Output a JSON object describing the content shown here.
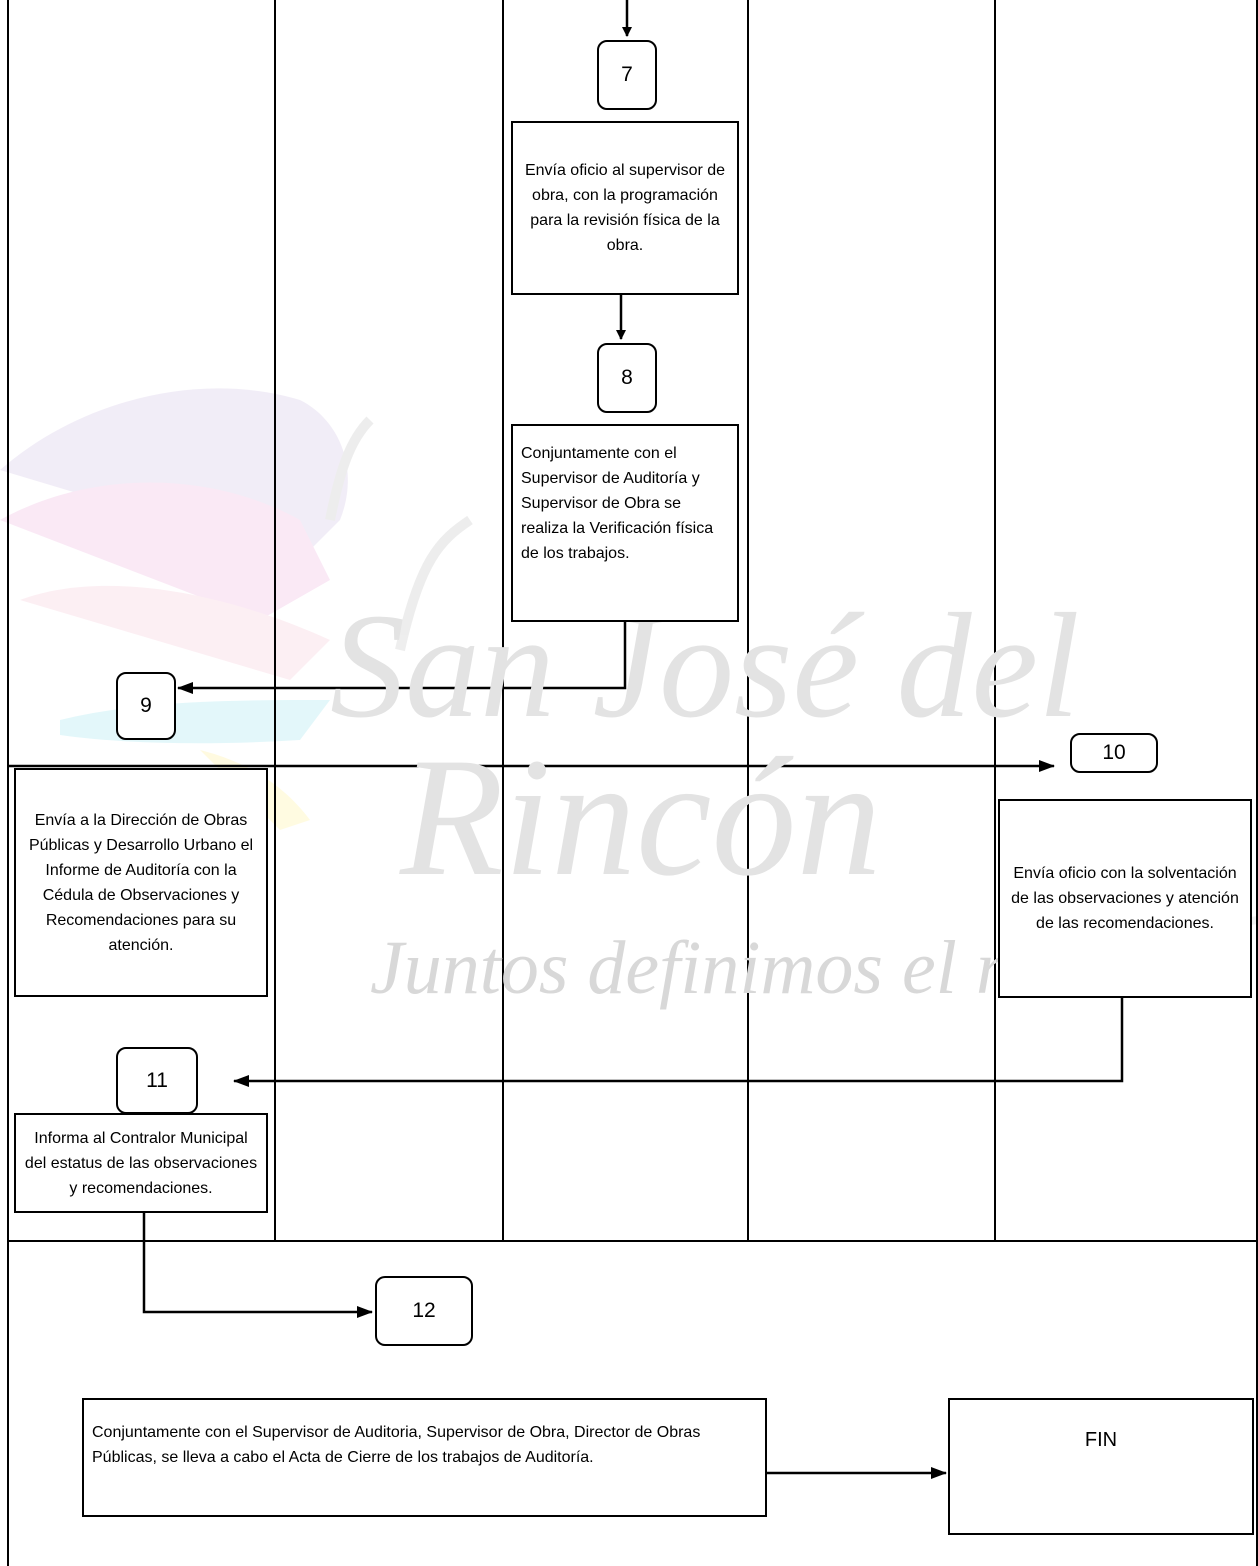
{
  "watermark": {
    "line1": "San José del",
    "line2": "Rincón",
    "slogan": "Juntos definimos el rumbo"
  },
  "connectors": {
    "n7": "7",
    "n8": "8",
    "n9": "9",
    "n10": "10",
    "n11": "11",
    "n12": "12"
  },
  "steps": {
    "s7": "Envía oficio al supervisor de obra, con la programación para la revisión física de la obra.",
    "s8": "Conjuntamente con el Supervisor de Auditoría y Supervisor de Obra se realiza la Verificación física de los trabajos.",
    "s9": "Envía a la Dirección de Obras Públicas y Desarrollo Urbano el Informe de Auditoría con la Cédula de Observaciones y Recomendaciones para su atención.",
    "s10": "Envía oficio con la solventación de las observaciones y atención de las recomendaciones.",
    "s11": "Informa al Contralor Municipal del estatus de las observaciones y recomendaciones.",
    "s12": "Conjuntamente con el Supervisor de Auditoria, Supervisor de Obra, Director de Obras Públicas, se lleva a cabo el Acta de Cierre de los trabajos de Auditoría.",
    "fin": "FIN"
  },
  "colors": {
    "watermark_text": "#e3e3e3",
    "line": "#000000"
  }
}
